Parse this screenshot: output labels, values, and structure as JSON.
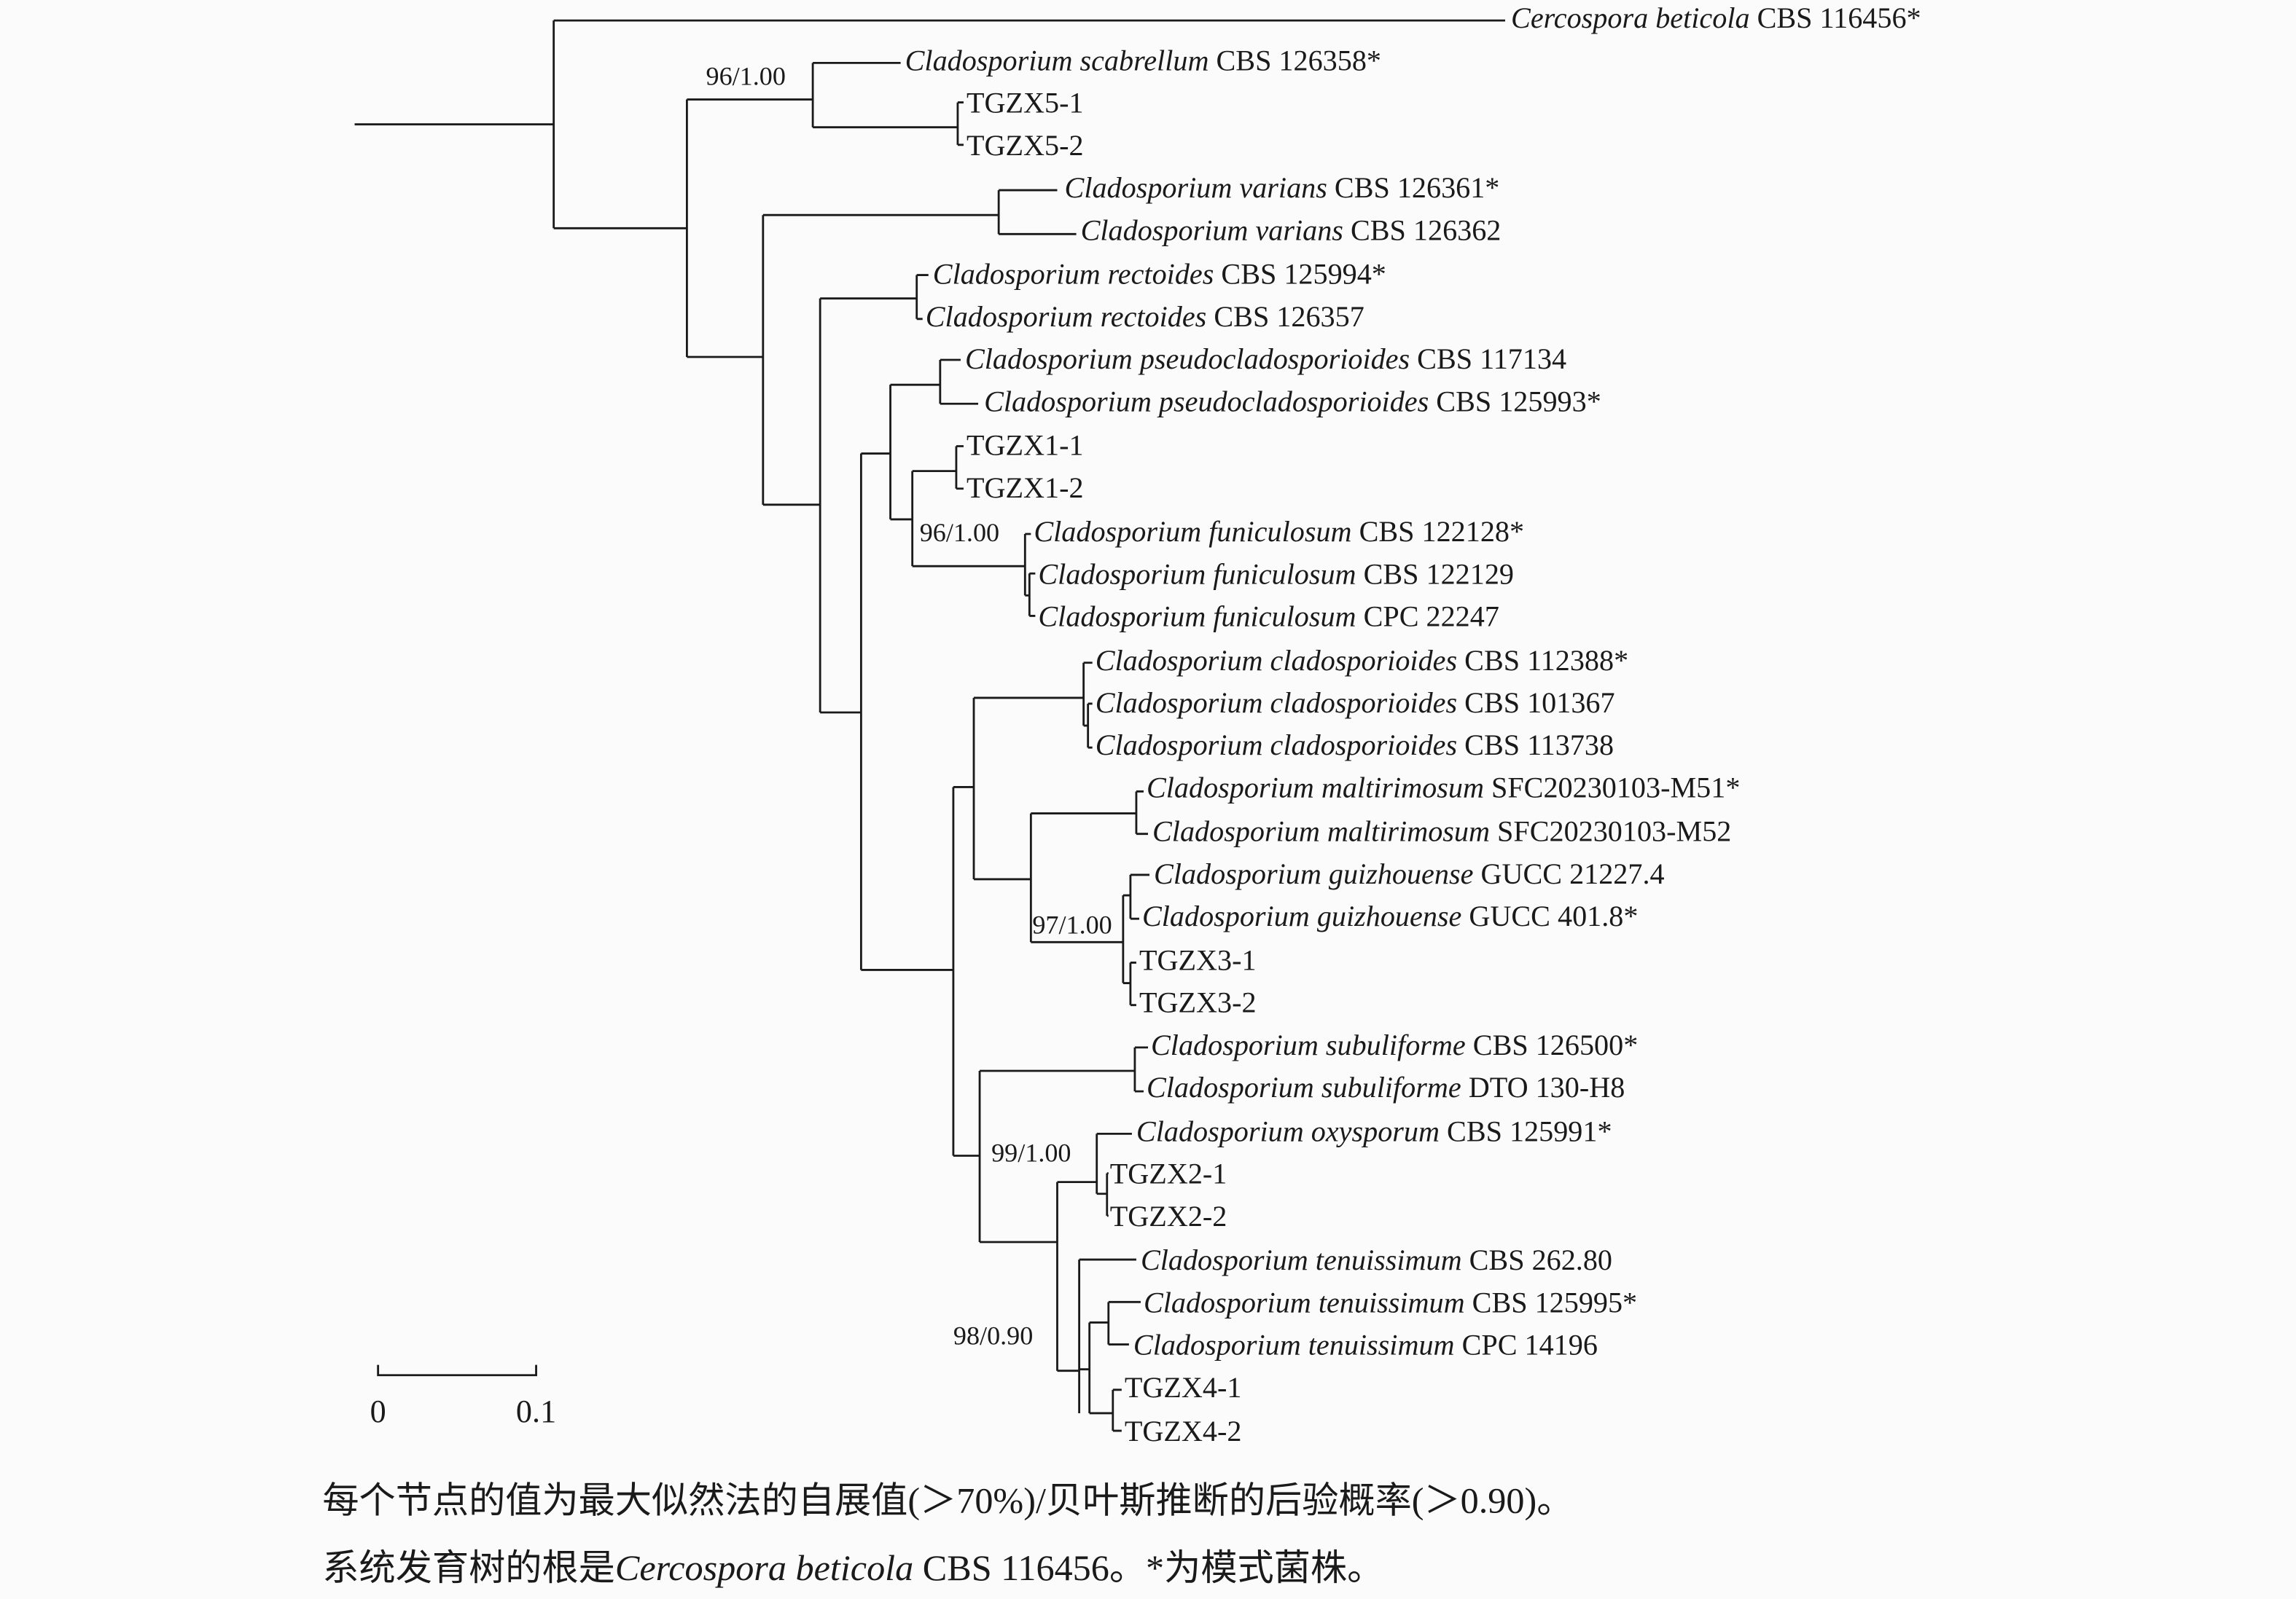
{
  "tree": {
    "taxa": [
      {
        "species": "Cercospora beticola",
        "strain": "CBS 116456*"
      },
      {
        "species": "Cladosporium scabrellum",
        "strain": "CBS 126358*"
      },
      {
        "species": "",
        "strain": "TGZX5-1"
      },
      {
        "species": "",
        "strain": "TGZX5-2"
      },
      {
        "species": "Cladosporium varians",
        "strain": "CBS 126361*"
      },
      {
        "species": "Cladosporium varians",
        "strain": "CBS 126362"
      },
      {
        "species": "Cladosporium rectoides",
        "strain": "CBS 125994*"
      },
      {
        "species": "Cladosporium rectoides",
        "strain": "CBS 126357"
      },
      {
        "species": "Cladosporium pseudocladosporioides",
        "strain": "CBS 117134"
      },
      {
        "species": "Cladosporium pseudocladosporioides",
        "strain": "CBS 125993*"
      },
      {
        "species": "",
        "strain": "TGZX1-1"
      },
      {
        "species": "",
        "strain": "TGZX1-2"
      },
      {
        "species": "Cladosporium funiculosum",
        "strain": "CBS 122128*"
      },
      {
        "species": "Cladosporium funiculosum",
        "strain": "CBS 122129"
      },
      {
        "species": "Cladosporium funiculosum",
        "strain": "CPC 22247"
      },
      {
        "species": "Cladosporium cladosporioides",
        "strain": "CBS 112388*"
      },
      {
        "species": "Cladosporium cladosporioides",
        "strain": "CBS 101367"
      },
      {
        "species": "Cladosporium cladosporioides",
        "strain": "CBS 113738"
      },
      {
        "species": "Cladosporium maltirimosum",
        "strain": "SFC20230103-M51*"
      },
      {
        "species": "Cladosporium maltirimosum",
        "strain": "SFC20230103-M52"
      },
      {
        "species": "Cladosporium guizhouense",
        "strain": "GUCC 21227.4"
      },
      {
        "species": "Cladosporium guizhouense",
        "strain": "GUCC 401.8*"
      },
      {
        "species": "",
        "strain": "TGZX3-1"
      },
      {
        "species": "",
        "strain": "TGZX3-2"
      },
      {
        "species": "Cladosporium subuliforme",
        "strain": "CBS 126500*"
      },
      {
        "species": "Cladosporium subuliforme",
        "strain": "DTO 130-H8"
      },
      {
        "species": "Cladosporium oxysporum",
        "strain": "CBS 125991*"
      },
      {
        "species": "",
        "strain": "TGZX2-1"
      },
      {
        "species": "",
        "strain": "TGZX2-2"
      },
      {
        "species": "Cladosporium tenuissimum",
        "strain": " CBS 262.80"
      },
      {
        "species": "Cladosporium tenuissimum",
        "strain": "CBS 125995*"
      },
      {
        "species": "Cladosporium tenuissimum",
        "strain": "CPC 14196"
      },
      {
        "species": "",
        "strain": "TGZX4-1"
      },
      {
        "species": "",
        "strain": "TGZX4-2"
      }
    ],
    "support_values": [
      "96/1.00",
      "96/1.00",
      "97/1.00",
      "99/1.00",
      "98/0.90"
    ],
    "scale_bar": {
      "start_label": "0",
      "end_label": "0.1",
      "length": 0.1
    }
  },
  "caption": {
    "line1": "每个节点的值为最大似然法的自展值(＞70%)/贝叶斯推断的后验概率(＞0.90)。",
    "line2_prefix": "系统发育树的根是",
    "line2_species": "Cercospora beticola",
    "line2_suffix": " CBS 116456。*为模式菌株。"
  }
}
